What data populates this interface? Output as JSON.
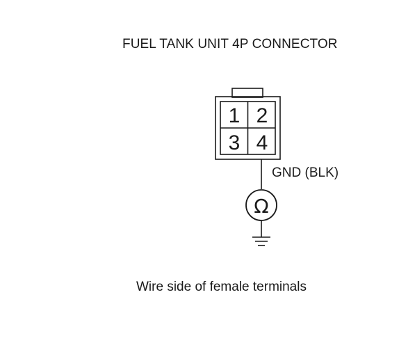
{
  "diagram": {
    "title": "FUEL TANK UNIT 4P CONNECTOR",
    "caption": "Wire side of female terminals",
    "wire_label": "GND (BLK)",
    "connector": {
      "pins": [
        "1",
        "2",
        "3",
        "4"
      ]
    },
    "meter": {
      "symbol": "Ω",
      "icon": "ohmmeter-icon"
    },
    "ground": {
      "icon": "ground-icon"
    },
    "colors": {
      "line": "#1a1a1a",
      "background": "#ffffff"
    }
  }
}
